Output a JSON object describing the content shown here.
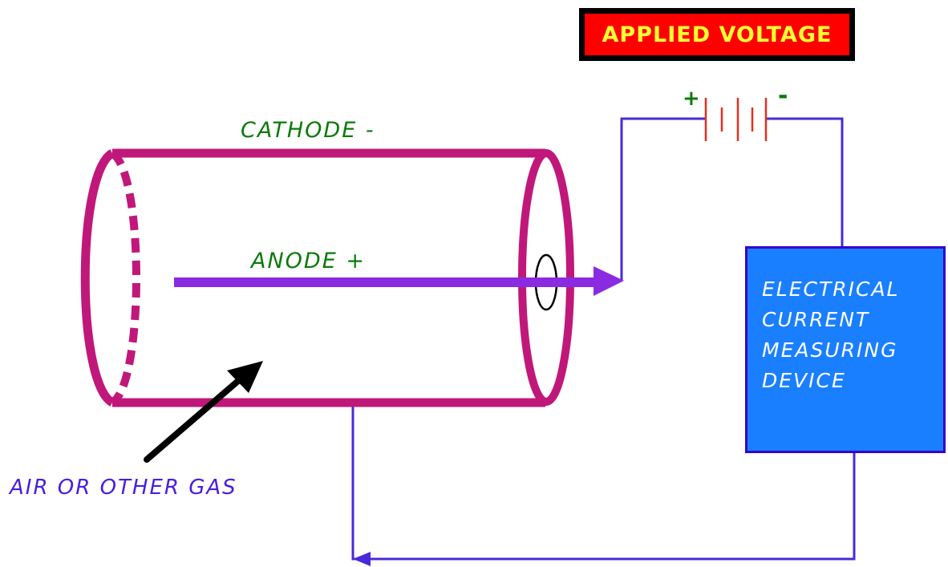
{
  "labels": {
    "applied_voltage": "APPLIED VOLTAGE",
    "cathode": "CATHODE -",
    "anode": "ANODE +",
    "gas": "AIR OR OTHER GAS",
    "battery_plus": "+",
    "battery_minus": "-",
    "device_lines": [
      "ELECTRICAL",
      "CURRENT",
      "MEASURING",
      "DEVICE"
    ]
  },
  "colors": {
    "tube": "#c0187a",
    "anode_rod": "#8a2be2",
    "wire": "#4a2ad8",
    "battery": "#e0301e",
    "label_green": "#0b7a0b",
    "label_blue": "#4a1ee0",
    "voltage_bg": "#ff0000",
    "voltage_text": "#ffff33",
    "device_bg": "#1a7fff",
    "device_text": "#ffffff",
    "black": "#000000"
  }
}
